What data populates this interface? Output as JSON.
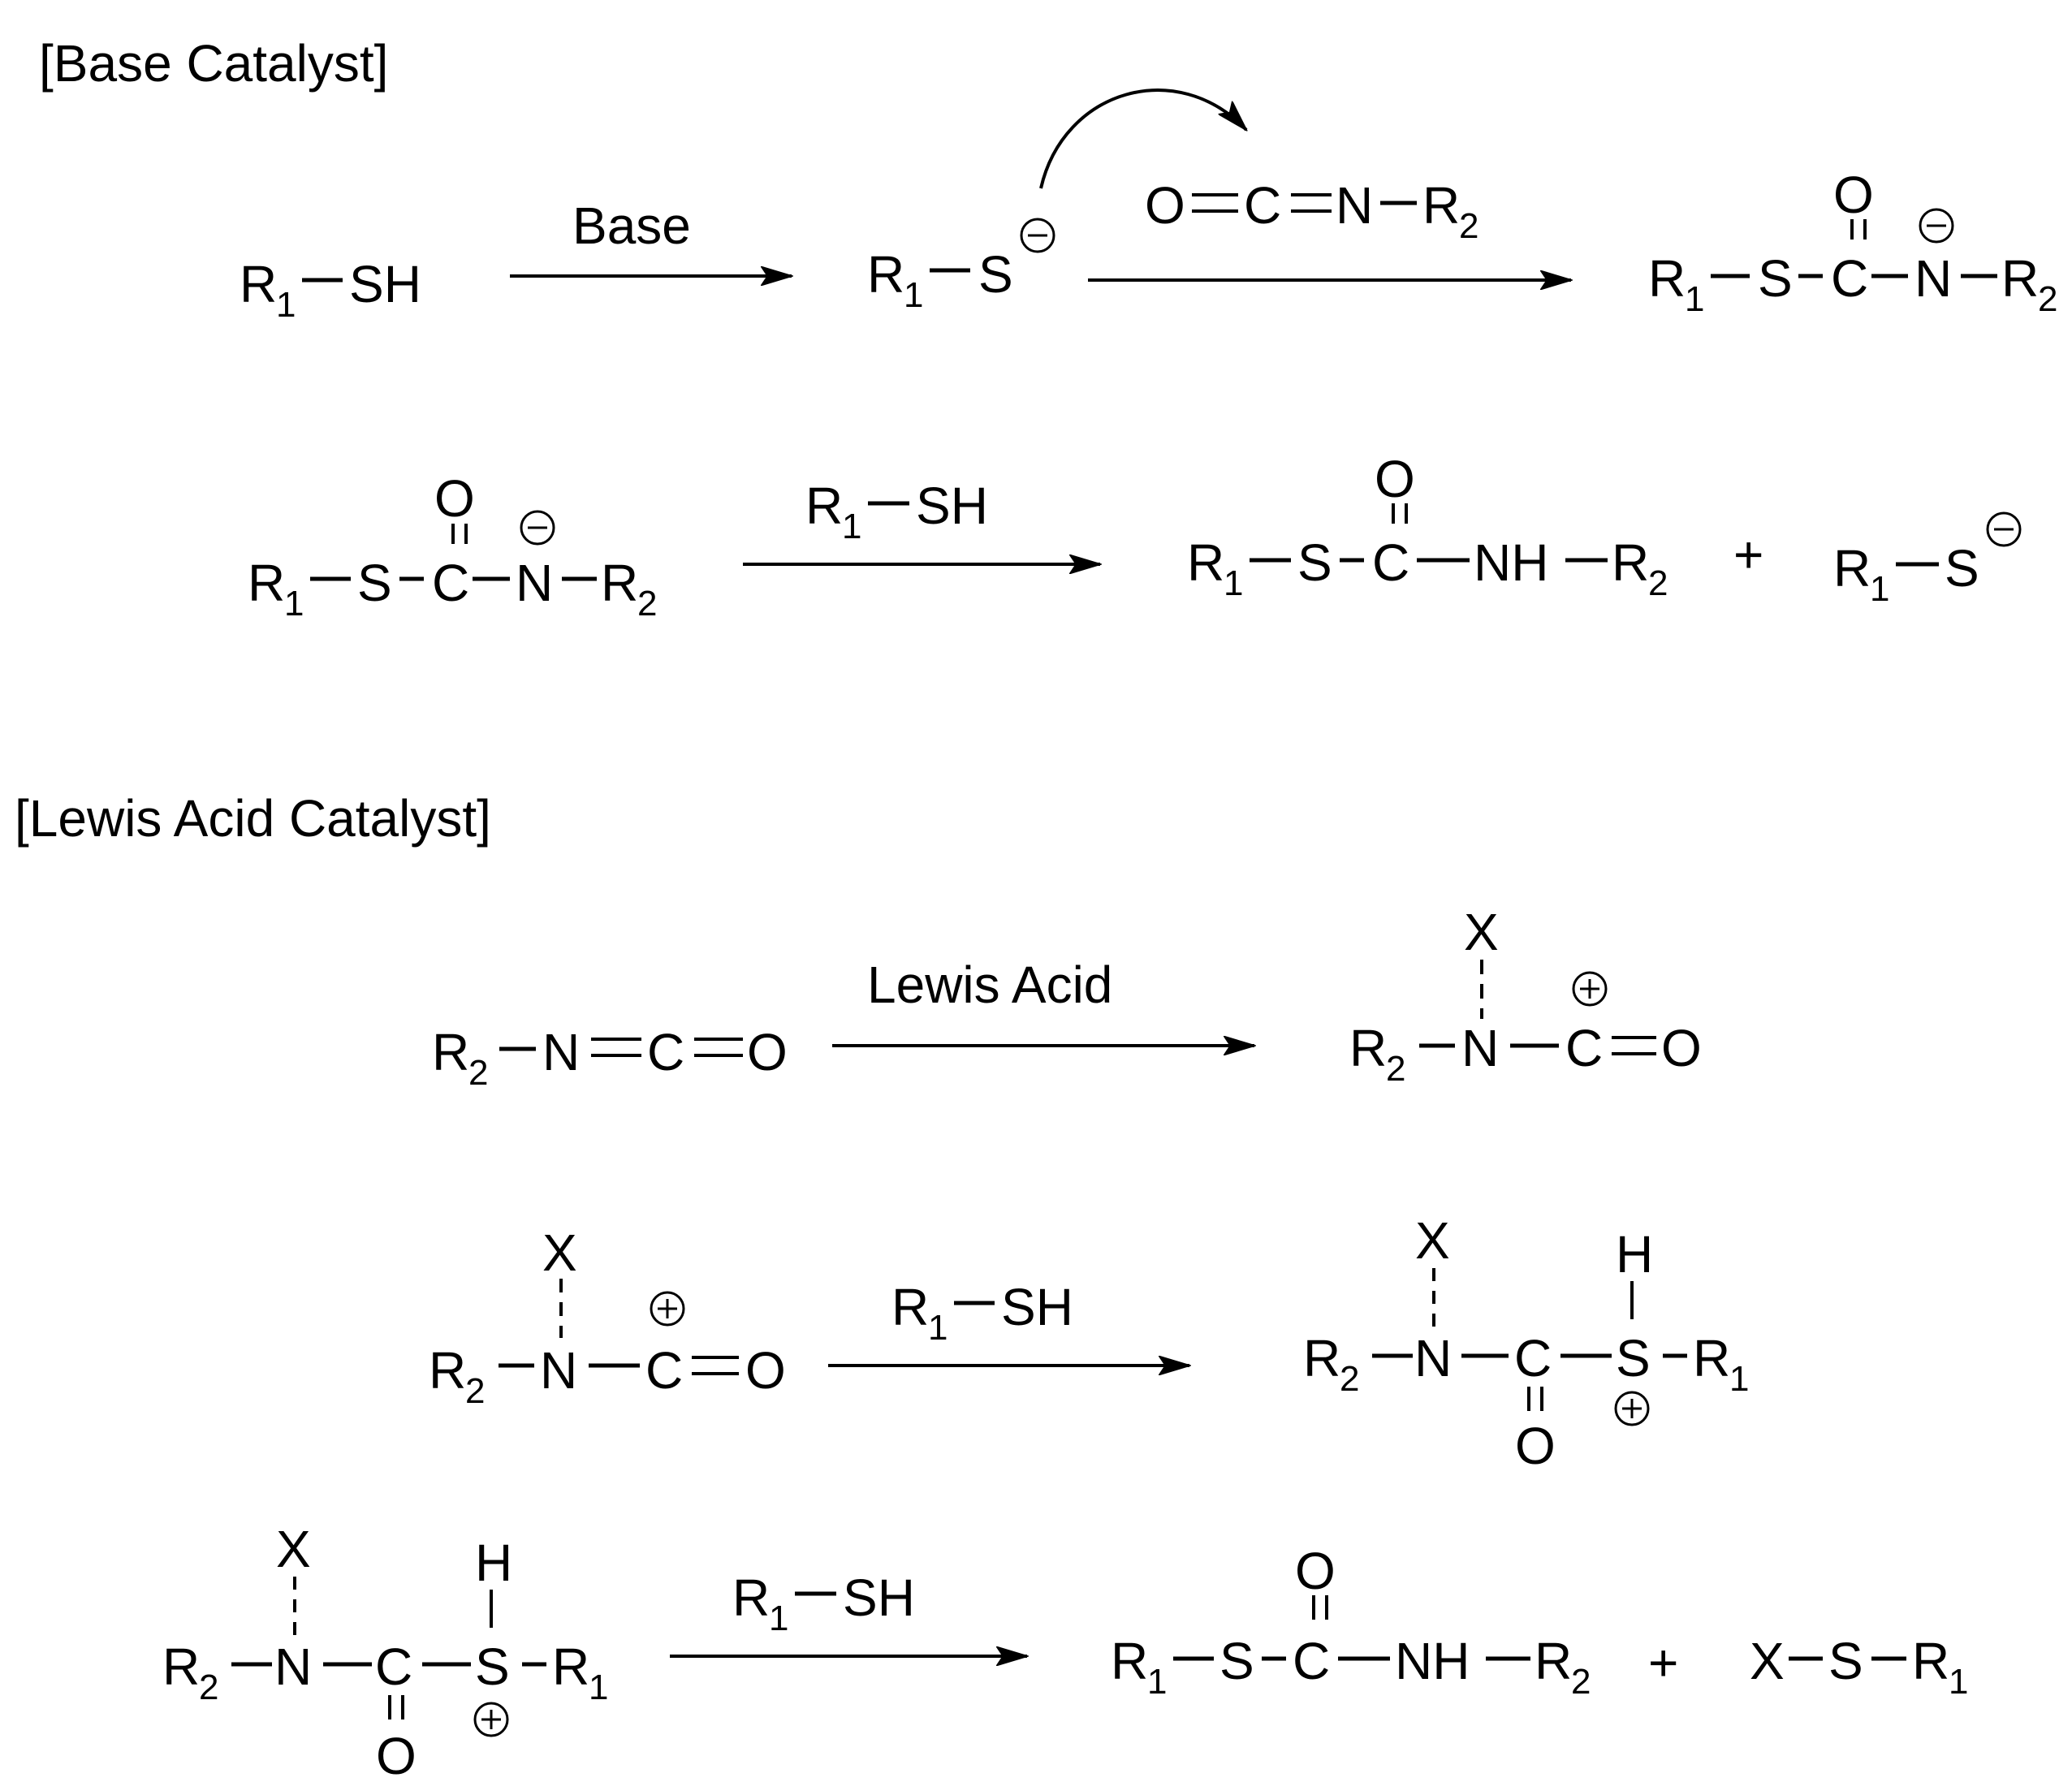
{
  "sections": {
    "base": "[Base Catalyst]",
    "lewis": "[Lewis Acid Catalyst]"
  },
  "reagents": {
    "base": "Base",
    "lewis_acid": "Lewis Acid",
    "thiol_r": "R",
    "thiol_sub": "1",
    "thiol_sh": "SH"
  },
  "atoms": {
    "R": "R",
    "S": "S",
    "C": "C",
    "N": "N",
    "O": "O",
    "NH": "NH",
    "H": "H",
    "X": "X",
    "SH": "SH",
    "sub1": "1",
    "sub2": "2"
  },
  "symbols": {
    "plus": "+",
    "minus": "−"
  }
}
